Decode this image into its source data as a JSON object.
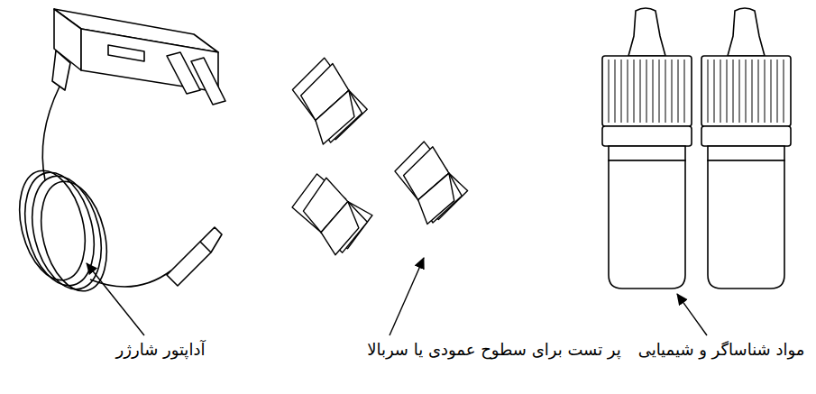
{
  "diagram": {
    "labels": [
      "مواد شناساگر و شیمیایی",
      "پر تست برای سطوح عمودی یا سربالا",
      "آداپتور شارژر"
    ]
  }
}
